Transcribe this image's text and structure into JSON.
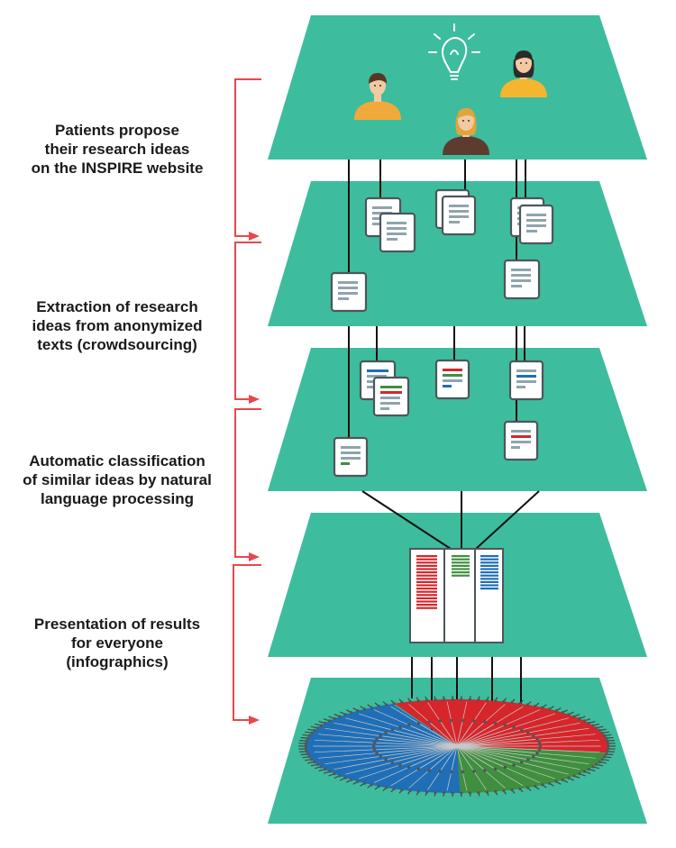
{
  "colors": {
    "layer": "#3dbd9d",
    "arrow": "#e8474b",
    "connector": "#111111",
    "doc_line": "#8fa4ad",
    "red": "#d6262b",
    "green": "#3f8f3f",
    "blue": "#1f6fb8"
  },
  "steps": [
    {
      "label": "Patients propose\ntheir research ideas\non the INSPIRE website"
    },
    {
      "label": "Extraction of research\nideas from anonymized\ntexts (crowdsourcing)"
    },
    {
      "label": "Automatic classification\nof similar ideas by natural\nlanguage processing"
    },
    {
      "label": "Presentation of results\nfor everyone\n(infographics)"
    }
  ],
  "icons": {
    "patients": [
      "man-avatar-icon",
      "woman-blonde-avatar-icon",
      "woman-dark-hair-avatar-icon"
    ],
    "idea": "lightbulb-icon",
    "document": "document-icon",
    "table": "classification-table-icon",
    "tree": "radial-tree-infographic-icon"
  }
}
